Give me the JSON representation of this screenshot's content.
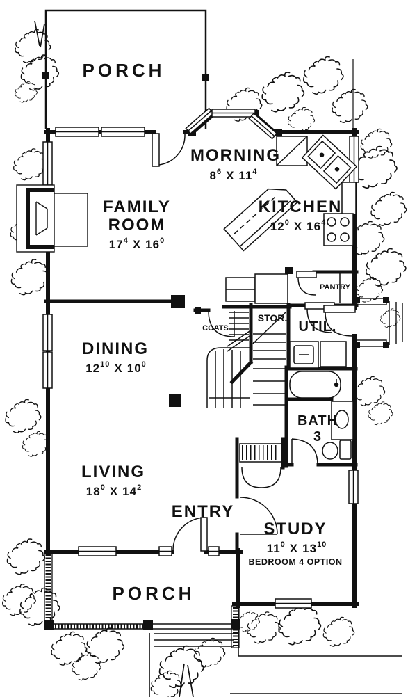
{
  "plan": {
    "rooms": {
      "porch_top": {
        "name": "PORCH"
      },
      "morning": {
        "name": "MORNING",
        "dim": {
          "a": "8",
          "as": "6",
          "sep": "X",
          "b": "11",
          "bs": "4"
        }
      },
      "family": {
        "name1": "FAMILY",
        "name2": "ROOM",
        "dim": {
          "a": "17",
          "as": "4",
          "sep": "X",
          "b": "16",
          "bs": "0"
        }
      },
      "kitchen": {
        "name": "KITCHEN",
        "dim": {
          "a": "12",
          "as": "0",
          "sep": "X",
          "b": "16",
          "bs": "4"
        }
      },
      "pantry": {
        "name": "PANTRY"
      },
      "dining": {
        "name": "DINING",
        "dim": {
          "a": "12",
          "as": "10",
          "sep": "X",
          "b": "10",
          "bs": "0"
        }
      },
      "coats": {
        "name": "COATS"
      },
      "storage": {
        "name": "STOR."
      },
      "utility": {
        "name": "UTIL."
      },
      "bath": {
        "name": "BATH",
        "number": "3"
      },
      "living": {
        "name": "LIVING",
        "dim": {
          "a": "18",
          "as": "0",
          "sep": "X",
          "b": "14",
          "bs": "2"
        }
      },
      "entry": {
        "name": "ENTRY"
      },
      "study": {
        "name": "STUDY",
        "dim": {
          "a": "11",
          "as": "0",
          "sep": "X",
          "b": "13",
          "bs": "10"
        },
        "note": "BEDROOM 4 OPTION"
      },
      "porch_bottom": {
        "name": "PORCH"
      }
    },
    "colors": {
      "ink": "#111111",
      "paper": "#ffffff"
    }
  }
}
